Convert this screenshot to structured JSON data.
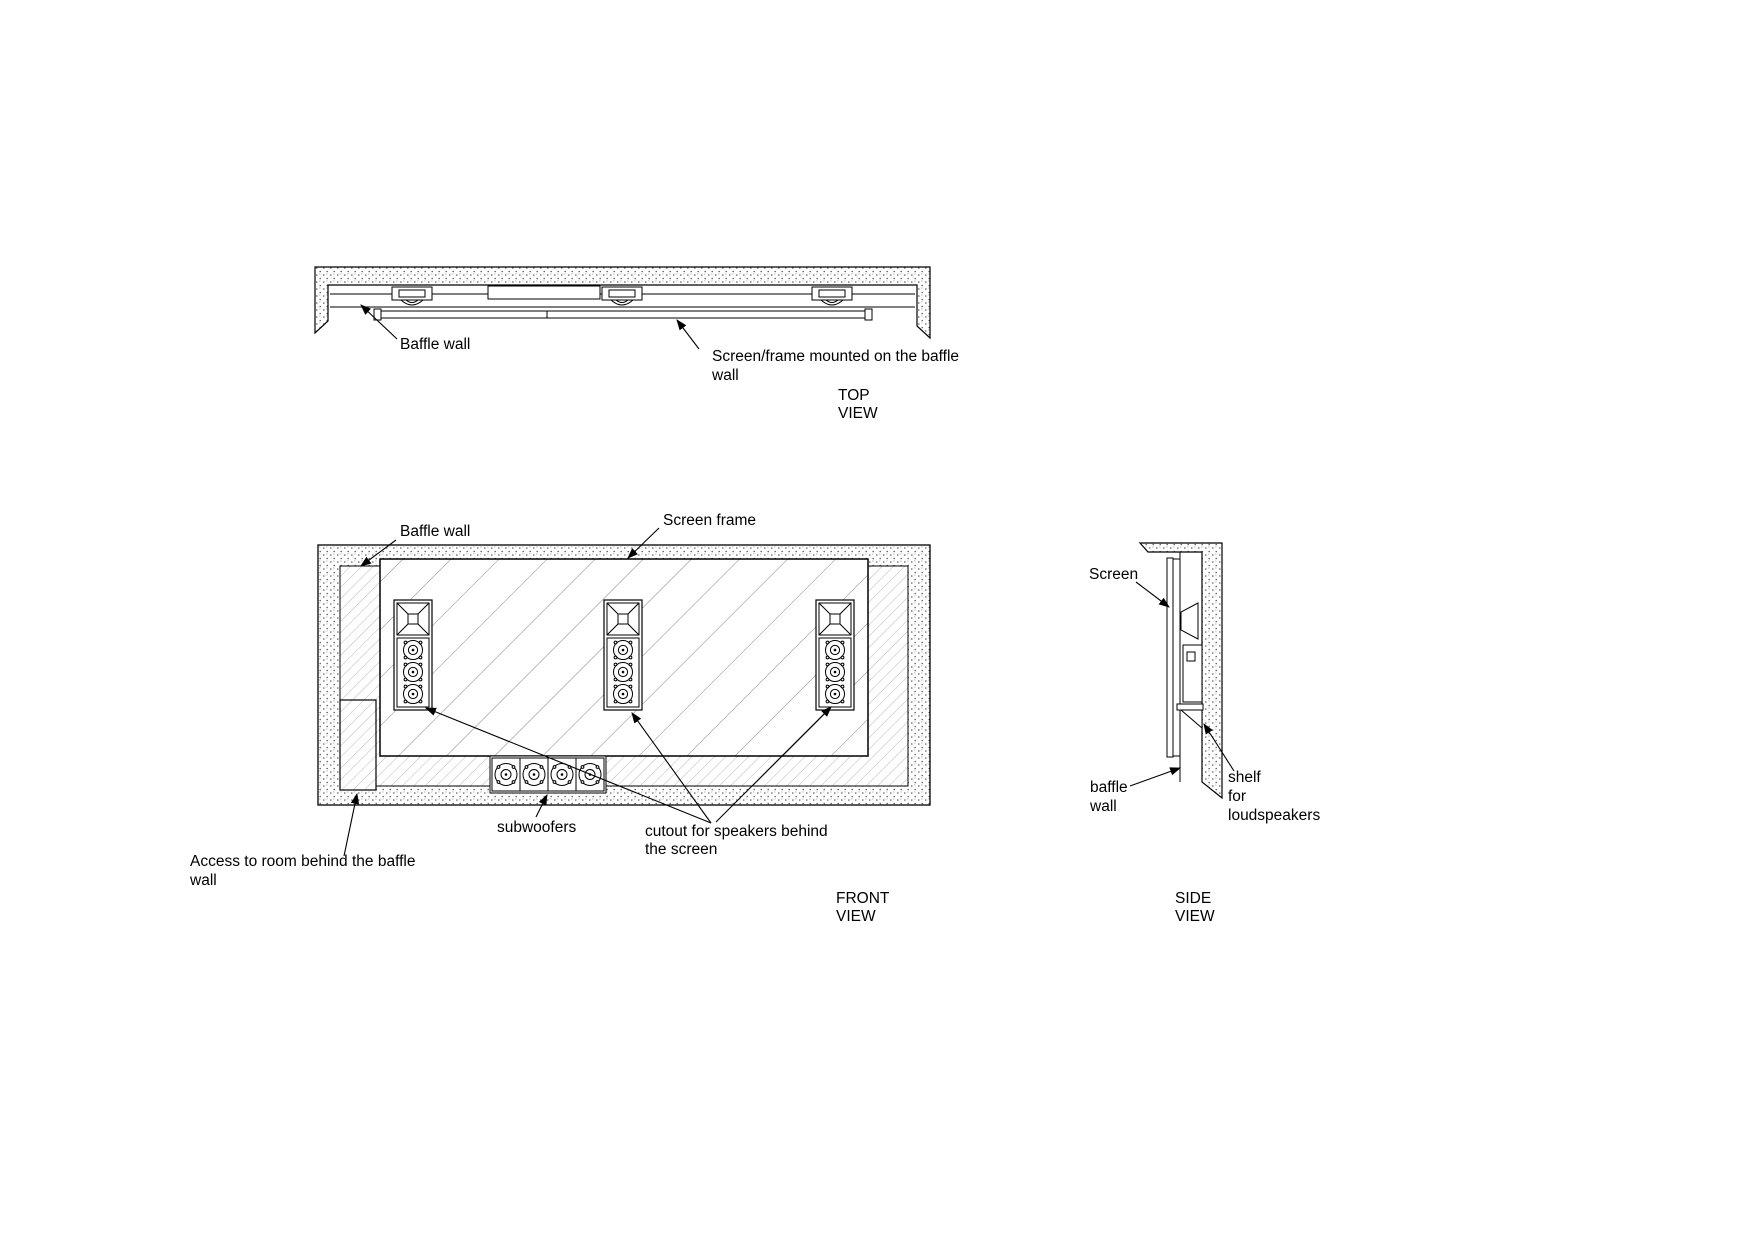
{
  "diagram": {
    "colors": {
      "line": "#000000",
      "background": "#ffffff"
    },
    "top_view": {
      "title_line1": "TOP",
      "title_line2": "VIEW",
      "labels": {
        "baffle_wall": "Baffle wall",
        "screen_frame_line1": "Screen/frame mounted on the baffle",
        "screen_frame_line2": "wall"
      }
    },
    "front_view": {
      "title_line1": "FRONT",
      "title_line2": "VIEW",
      "labels": {
        "baffle_wall": "Baffle wall",
        "screen_frame": "Screen frame",
        "subwoofers": "subwoofers",
        "cutout_line1": "cutout for speakers behind",
        "cutout_line2": "the screen",
        "access_line1": "Access to room behind the baffle",
        "access_line2": "wall"
      }
    },
    "side_view": {
      "title_line1": "SIDE",
      "title_line2": "VIEW",
      "labels": {
        "screen": "Screen",
        "baffle_line1": "baffle",
        "baffle_line2": "wall",
        "shelf_line1": "shelf",
        "shelf_line2": "for",
        "shelf_line3": "loudspeakers"
      }
    }
  }
}
